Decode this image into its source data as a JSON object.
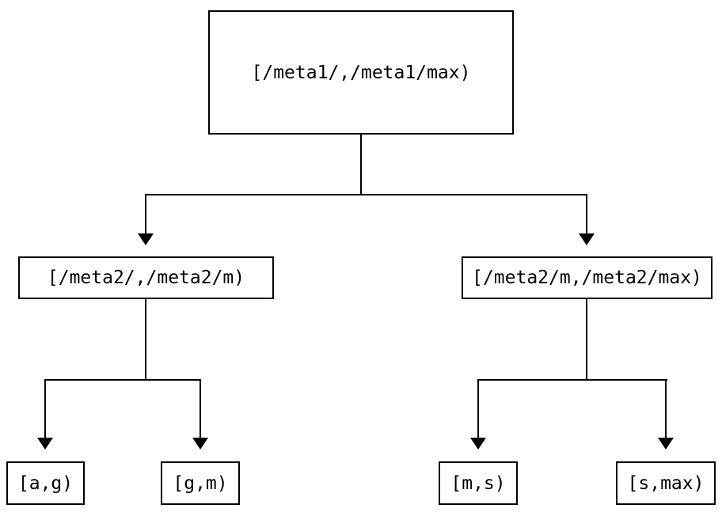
{
  "diagram": {
    "type": "tree",
    "description": "Key-range partition tree: top-level metadata range splits into two metadata sub-ranges, each splitting into two key ranges",
    "colors": {
      "background": "#ffffff",
      "line": "#000000",
      "text": "#000000"
    },
    "nodes": {
      "root": {
        "label": "[/meta1/,/meta1/max)"
      },
      "left_child": {
        "label": "[/meta2/,/meta2/m)"
      },
      "right_child": {
        "label": "[/meta2/m,/meta2/max)"
      },
      "leaf_1": {
        "label": "[a,g)"
      },
      "leaf_2": {
        "label": "[g,m)"
      },
      "leaf_3": {
        "label": "[m,s)"
      },
      "leaf_4": {
        "label": "[s,max)"
      }
    },
    "edges": [
      {
        "from": "root",
        "to": "left_child"
      },
      {
        "from": "root",
        "to": "right_child"
      },
      {
        "from": "left_child",
        "to": "leaf_1"
      },
      {
        "from": "left_child",
        "to": "leaf_2"
      },
      {
        "from": "right_child",
        "to": "leaf_3"
      },
      {
        "from": "right_child",
        "to": "leaf_4"
      }
    ]
  }
}
